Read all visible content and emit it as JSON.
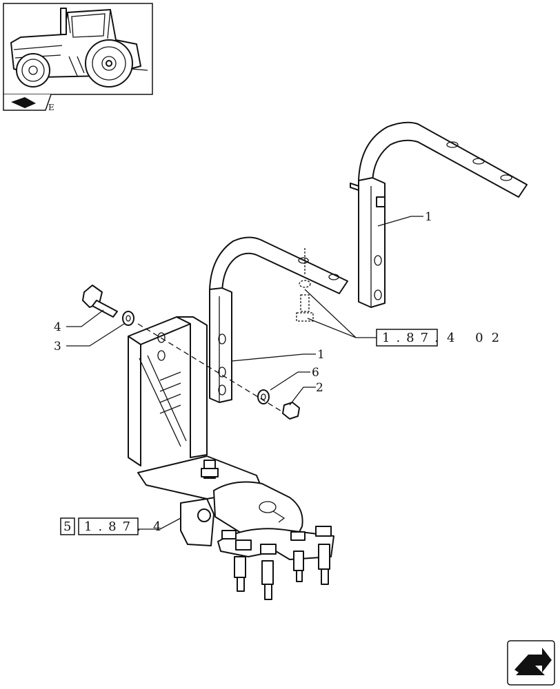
{
  "thumbnail": {
    "icon": "tractor-icon",
    "corner_icon": "book-icon",
    "corner_letter": "E"
  },
  "callouts": [
    {
      "id": "c1a",
      "text": "1"
    },
    {
      "id": "c1b",
      "text": "1"
    },
    {
      "id": "c6",
      "text": "6"
    },
    {
      "id": "c2",
      "text": "2"
    },
    {
      "id": "c4",
      "text": "4"
    },
    {
      "id": "c3",
      "text": "3"
    }
  ],
  "references": {
    "ref_right": {
      "box": "1.87.",
      "tail": "4 02"
    },
    "ref_left": {
      "prefix": "5",
      "box": "1.87.",
      "tail": "4"
    }
  },
  "nav": {
    "icon": "next-page-arrow-icon"
  }
}
